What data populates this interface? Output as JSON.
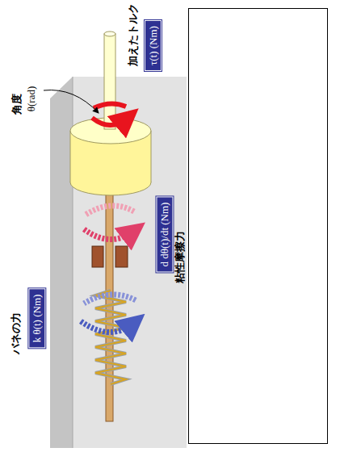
{
  "diagram": {
    "nodes": [
      {
        "text": [
          "τ(t) (Nm)"
        ]
      },
      {
        "text": [
          "d dθ(t)/dt (Nm)"
        ]
      },
      {
        "text": [
          "k θ(t) (Nm)"
        ]
      }
    ],
    "labels": [
      "加えたトルク",
      "角度",
      "θ(rad)",
      "粘性摩擦力",
      "バネの力"
    ]
  }
}
